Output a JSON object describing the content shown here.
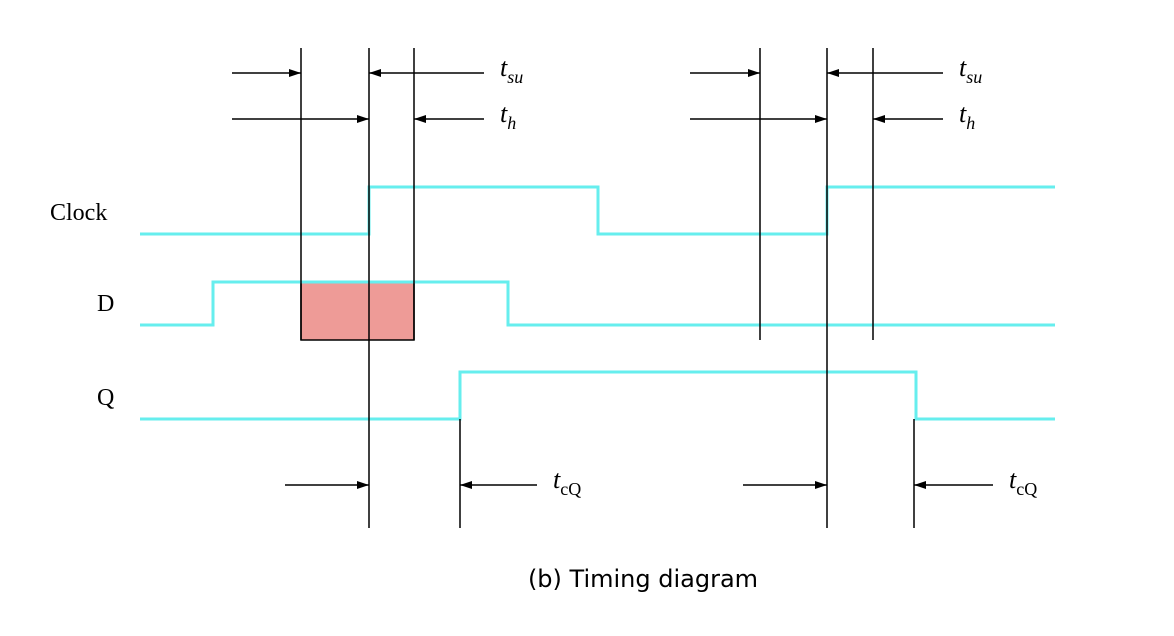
{
  "signals": {
    "clock": "Clock",
    "d": "D",
    "q": "Q"
  },
  "timing_labels": {
    "t_su_main": "t",
    "t_su_sub": "su",
    "t_h_main": "t",
    "t_h_sub": "h",
    "t_cq_main": "t",
    "t_cq_sub": "cQ"
  },
  "caption": "(b) Timing diagram",
  "colors": {
    "trace": "#66eeee",
    "window_fill": "#ee9b97"
  }
}
